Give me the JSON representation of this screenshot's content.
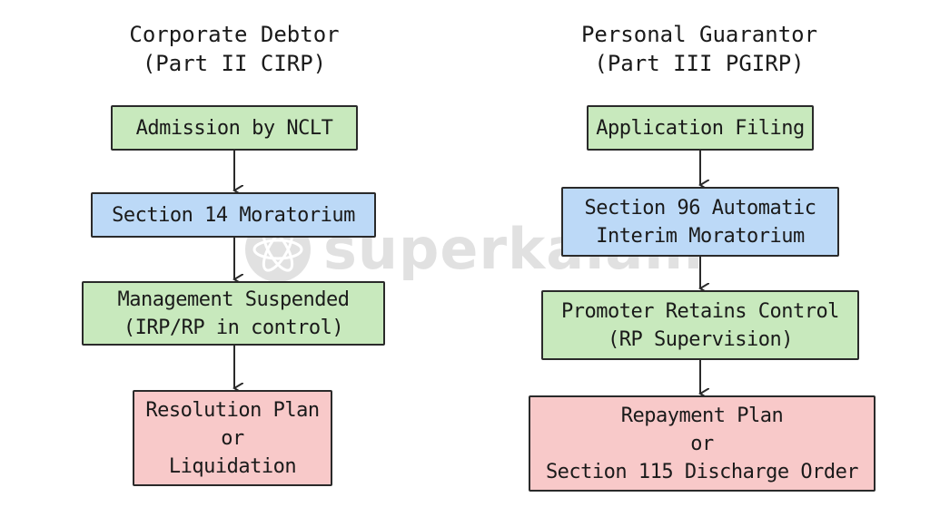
{
  "left": {
    "title_line1": "Corporate Debtor",
    "title_line2": "(Part II CIRP)",
    "step1": "Admission by NCLT",
    "step2": "Section 14 Moratorium",
    "step3_line1": "Management Suspended",
    "step3_line2": "(IRP/RP in control)",
    "step4_line1": "Resolution Plan",
    "step4_line2": "or",
    "step4_line3": "Liquidation"
  },
  "right": {
    "title_line1": "Personal Guarantor",
    "title_line2": "(Part III PGIRP)",
    "step1": "Application Filing",
    "step2_line1": "Section 96 Automatic",
    "step2_line2": "Interim Moratorium",
    "step3_line1": "Promoter Retains Control",
    "step3_line2": "(RP Supervision)",
    "step4_line1": "Repayment Plan",
    "step4_line2": "or",
    "step4_line3": "Section 115 Discharge Order"
  },
  "watermark": {
    "text": "superkalam",
    "icon": "atom-logo-icon"
  },
  "colors": {
    "green": "#c8e9bd",
    "blue": "#bcd9f7",
    "red": "#f8c9c9"
  }
}
